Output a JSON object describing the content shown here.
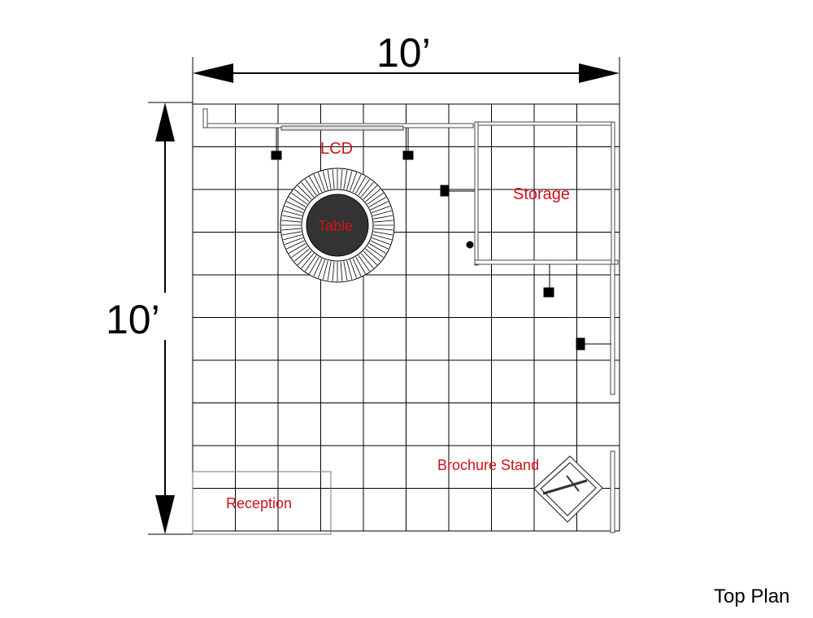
{
  "dimensions": {
    "width": "10’",
    "depth": "10’"
  },
  "labels": {
    "lcd": "LCD",
    "storage": "Storage",
    "table": "Table",
    "brochure_stand": "Brochure Stand",
    "reception": "Reception"
  },
  "caption": "Top Plan",
  "colors": {
    "label": "#d0101a",
    "lines": "#000000"
  }
}
